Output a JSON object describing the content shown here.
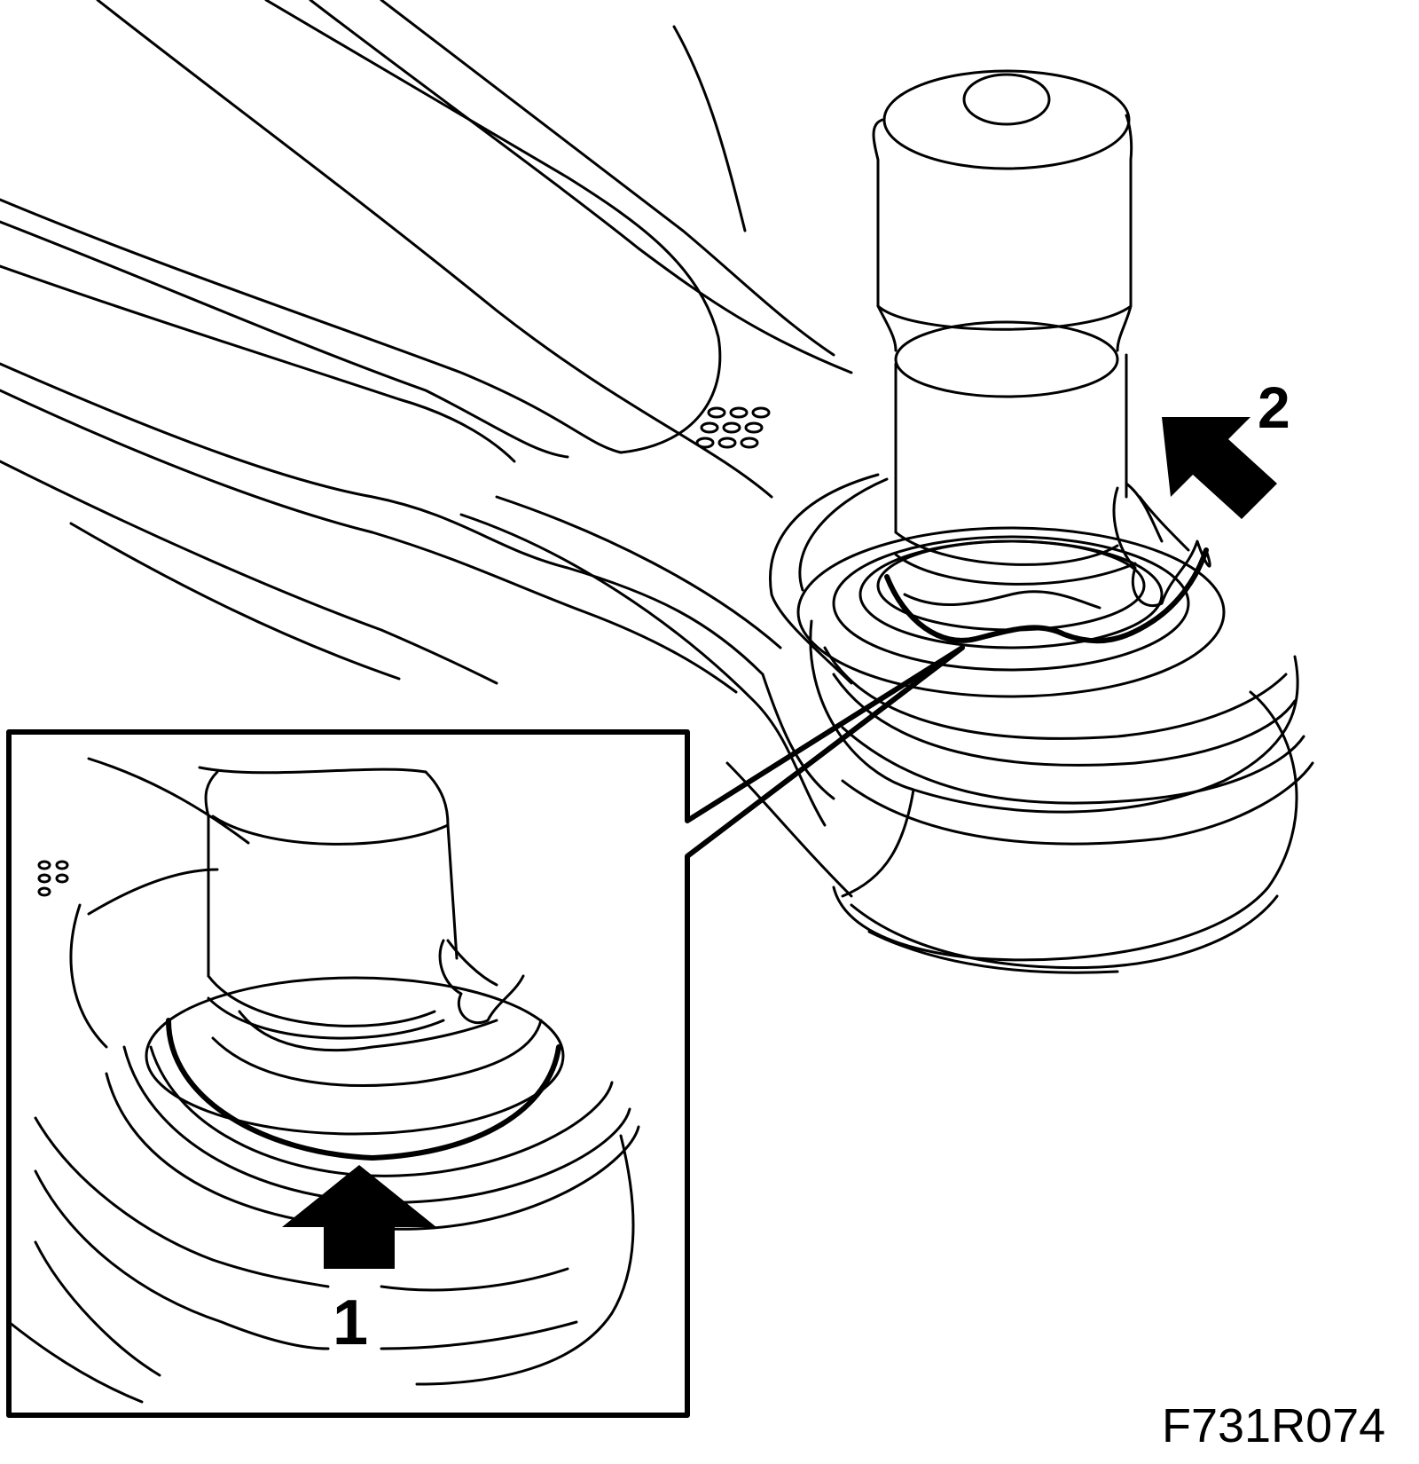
{
  "figure": {
    "callout_1": "1",
    "callout_2": "2",
    "figure_code": "F731R074"
  },
  "colors": {
    "line": "#000000",
    "background": "#ffffff"
  },
  "icons": {
    "arrow_1": "arrow-up-icon",
    "arrow_2": "arrow-down-left-icon"
  }
}
